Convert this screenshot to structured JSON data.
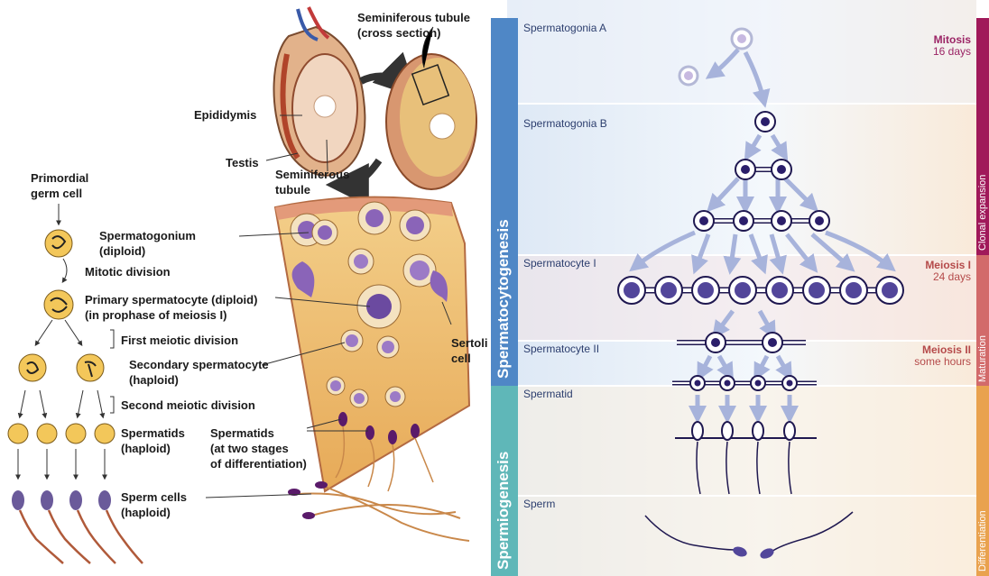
{
  "left_panel": {
    "labels": {
      "seminiferous_tubule_cs": "Seminiferous tubule (cross section)",
      "seminiferous_tubule_cs_l1": "Seminiferous tubule",
      "seminiferous_tubule_cs_l2": "(cross section)",
      "epididymis": "Epididymis",
      "testis": "Testis",
      "seminiferous_tubule_l1": "Seminiferous",
      "seminiferous_tubule_l2": "tubule",
      "primordial_l1": "Primordial",
      "primordial_l2": "germ cell",
      "spermatogonium_l1": "Spermatogonium",
      "spermatogonium_l2": "(diploid)",
      "mitotic_division": "Mitotic division",
      "primary_l1": "Primary spermatocyte (diploid)",
      "primary_l2": "(in prophase of meiosis I)",
      "first_meiotic": "First meiotic division",
      "secondary_l1": "Secondary spermatocyte",
      "secondary_l2": "(haploid)",
      "second_meiotic": "Second meiotic division",
      "spermatids_l1": "Spermatids",
      "spermatids_l2": "(haploid)",
      "spermatids_two_l1": "Spermatids",
      "spermatids_two_l2": "(at two stages",
      "spermatids_two_l3": "of differentiation)",
      "sertoli_l1": "Sertoli",
      "sertoli_l2": "cell",
      "sperm_l1": "Sperm cells",
      "sperm_l2": "(haploid)"
    }
  },
  "right_panel": {
    "stages": {
      "spermatogonia_a": "Spermatogonia A",
      "spermatogonia_b": "Spermatogonia B",
      "spermatocyte_1": "Spermatocyte I",
      "spermatocyte_2": "Spermatocyte II",
      "spermatid": "Spermatid",
      "sperm": "Sperm"
    },
    "phases": {
      "mitosis": "Mitosis",
      "mitosis_time": "16 days",
      "meiosis1": "Meiosis I",
      "meiosis1_time": "24 days",
      "meiosis2": "Meiosis II",
      "meiosis2_time": "some hours"
    },
    "left_bars": {
      "spermatocytogenesis": "Spermatocytogenesis",
      "spermiogenesis": "Spermiogenesis"
    },
    "right_bars": {
      "clonal_expansion": "Clonal expansion",
      "maturation": "Maturation",
      "differentiation": "Differentiation"
    },
    "colors": {
      "spermatocytogenesis_bar": "#4f87c6",
      "spermiogenesis_bar": "#5fb7b8",
      "clonal_bar": "#a0195a",
      "maturation_bar": "#d26a6a",
      "differentiation_bar": "#e9a24e",
      "mitosis_text": "#9b2465",
      "meiosis_text": "#b54a4a",
      "arrow": "#a7b3db",
      "cell_border": "#1f1850"
    }
  }
}
